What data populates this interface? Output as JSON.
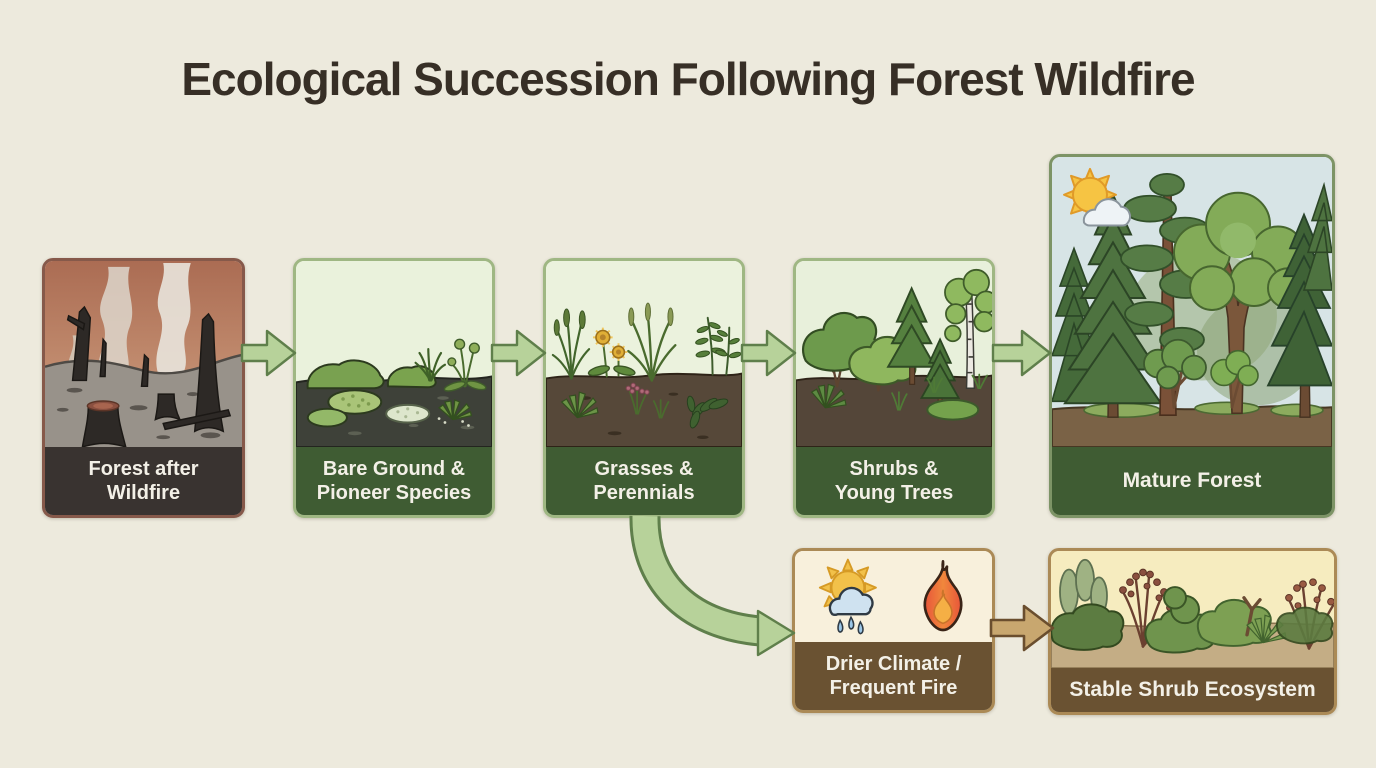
{
  "title": "Ecological Succession Following Forest Wildfire",
  "main_path": [
    {
      "label": "Forest after Wildfire",
      "lines": [
        "Forest after",
        "Wildfire"
      ]
    },
    {
      "label": "Bare Ground & Pioneer Species",
      "lines": [
        "Bare Ground &",
        "Pioneer Species"
      ]
    },
    {
      "label": "Grasses & Perennials",
      "lines": [
        "Grasses &",
        "Perennials"
      ]
    },
    {
      "label": "Shrubs & Young Trees",
      "lines": [
        "Shrubs &",
        "Young Trees"
      ]
    },
    {
      "label": "Mature Forest",
      "lines": [
        "Mature Forest"
      ]
    }
  ],
  "alternate_path": [
    {
      "label": "Drier Climate / Frequent Fire",
      "lines": [
        "Drier Climate /",
        "Frequent Fire"
      ],
      "icons": [
        "sun-rain-cloud-icon",
        "fire-icon"
      ]
    },
    {
      "label": "Stable Shrub Ecosystem",
      "lines": [
        "Stable Shrub Ecosystem"
      ]
    }
  ],
  "colors": {
    "background": "#edeadd",
    "title_text": "#372f26",
    "green_arrow_fill": "#b7d29a",
    "green_arrow_stroke": "#5f7f4b",
    "tan_arrow_fill": "#c8a76f",
    "tan_arrow_stroke": "#6a4e2e",
    "green_label_bg": "#3f5c33",
    "dark_label_bg": "#393330",
    "brown_label_bg": "#6a5232",
    "label_text": "#f3f0e7"
  }
}
